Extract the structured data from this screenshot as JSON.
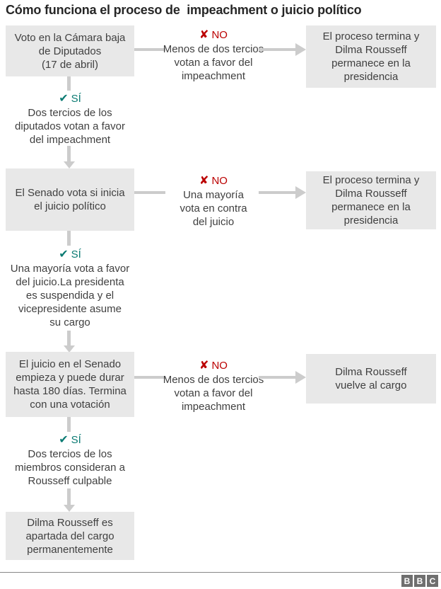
{
  "title": "Cómo funciona el proceso de  impeachment o juicio político",
  "labels": {
    "no": "NO",
    "si": "SÍ"
  },
  "icons": {
    "x": "✘",
    "check": "✔"
  },
  "colors": {
    "red": "#bb0000",
    "teal": "#0b7b73",
    "box_bg": "#e8e8e8",
    "arrow_gray": "#cccccc",
    "body_text": "#404040"
  },
  "steps": [
    {
      "box": "Voto en la Cámara baja\nde Diputados\n(17 de abril)",
      "no_text": "Menos de dos tercios\nvotan a favor del\nimpeachment",
      "outcome": "El proceso termina y\nDilma Rousseff\npermanece en la\npresidencia",
      "si_text": "Dos tercios de los\ndiputados votan a favor\ndel impeachment"
    },
    {
      "box": "El Senado vota si inicia\nel juicio político",
      "no_text": "Una mayoría\nvota en contra\ndel juicio",
      "outcome": "El proceso termina y\nDilma Rousseff\npermanece en la\npresidencia",
      "si_text": "Una mayoría vota a favor\ndel juicio.La presidenta\nes suspendida y el\nvicepresidente asume\nsu cargo"
    },
    {
      "box": "El juicio en el Senado\nempieza y puede durar\nhasta 180 días. Termina\ncon una votación",
      "no_text": "Menos de dos tercios\nvotan a favor del\nimpeachment",
      "outcome": "Dilma Rousseff\nvuelve al cargo",
      "si_text": "Dos tercios de los\nmiembros consideran a\nRousseff culpable"
    }
  ],
  "final_box": "Dilma Rousseff es\napartada del cargo\npermanentemente",
  "logo": {
    "letters": [
      "B",
      "B",
      "C"
    ]
  }
}
